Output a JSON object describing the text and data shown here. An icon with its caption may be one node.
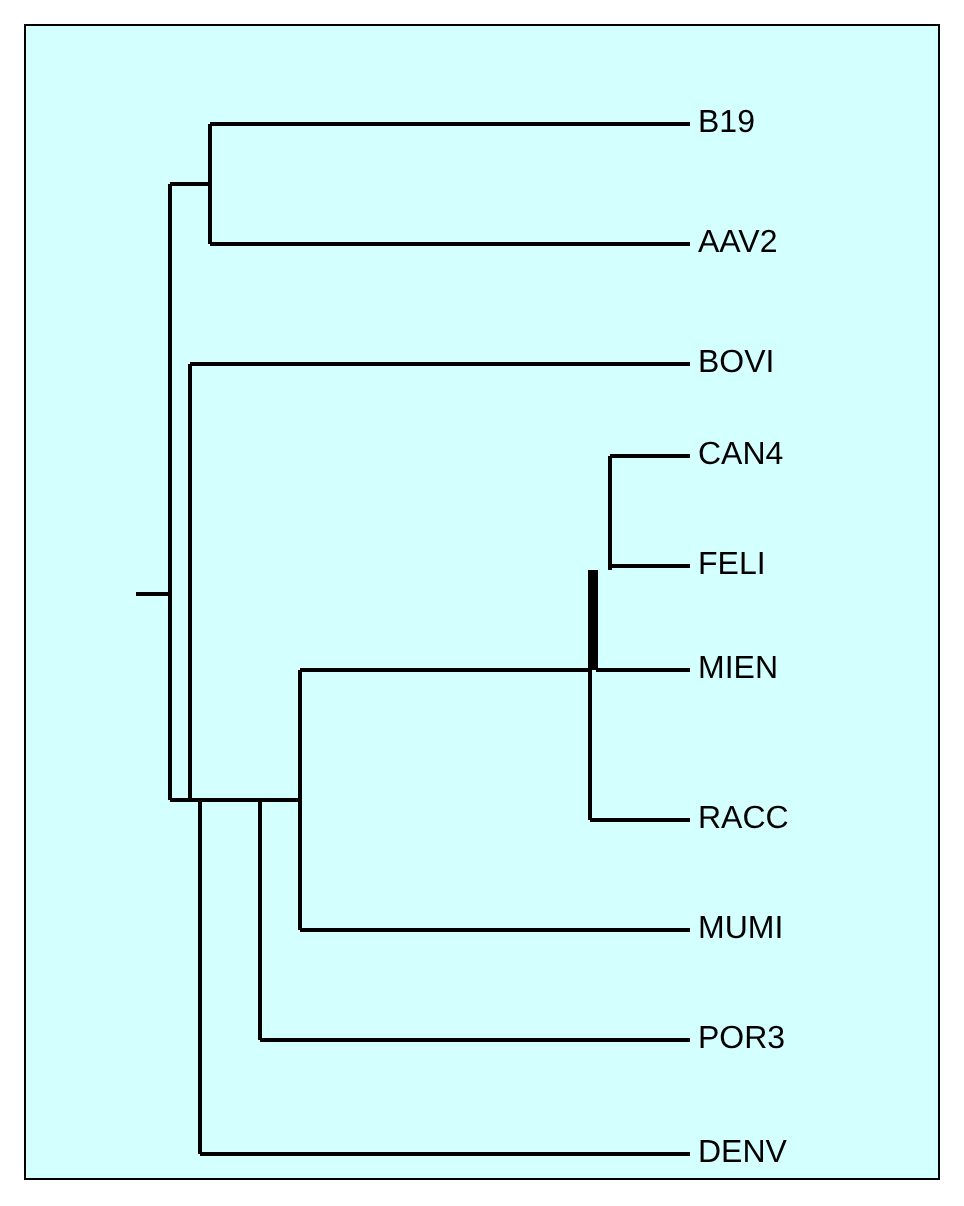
{
  "diagram": {
    "labels": [
      "B19",
      "AAV2",
      "BOVI",
      "CAN4",
      "FELI",
      "MIEN",
      "RACC",
      "MUMI",
      "POR3",
      "DENV"
    ]
  }
}
